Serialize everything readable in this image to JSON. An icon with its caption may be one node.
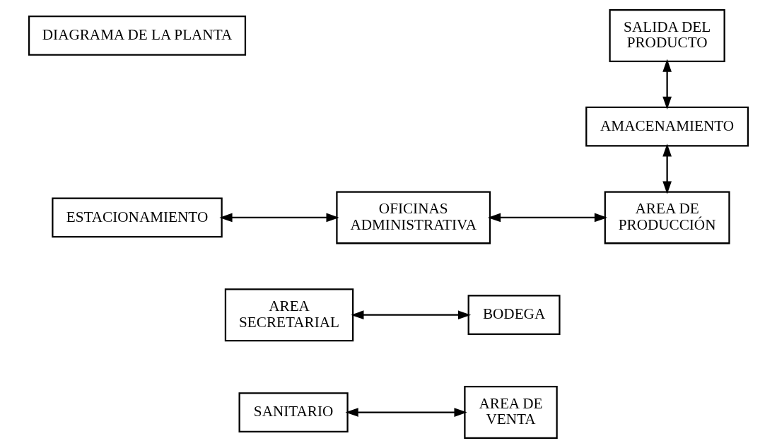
{
  "diagram": {
    "nodes": [
      {
        "text": [
          "DIAGRAMA DE LA PLANTA"
        ]
      },
      {
        "text": [
          "SALIDA DEL PRODUCTO"
        ]
      },
      {
        "text": [
          "AMACENAMIENTO"
        ]
      },
      {
        "text": [
          "ESTACIONAMIENTO"
        ]
      },
      {
        "text": [
          "OFICINAS ADMINISTRATIVA"
        ]
      },
      {
        "text": [
          "AREA DE PRODUCCIÓN"
        ]
      },
      {
        "text": [
          "AREA SECRETARIAL"
        ]
      },
      {
        "text": [
          "BODEGA"
        ]
      },
      {
        "text": [
          "SANITARIO"
        ]
      },
      {
        "text": [
          "AREA DE VENTA"
        ]
      }
    ],
    "edges": [
      {
        "from": 1,
        "to": 2,
        "arrow": "both"
      },
      {
        "from": 2,
        "to": 5,
        "arrow": "both"
      },
      {
        "from": 3,
        "to": 4,
        "arrow": "both"
      },
      {
        "from": 4,
        "to": 5,
        "arrow": "both"
      },
      {
        "from": 6,
        "to": 7,
        "arrow": "both"
      },
      {
        "from": 8,
        "to": 9,
        "arrow": "both"
      }
    ]
  }
}
